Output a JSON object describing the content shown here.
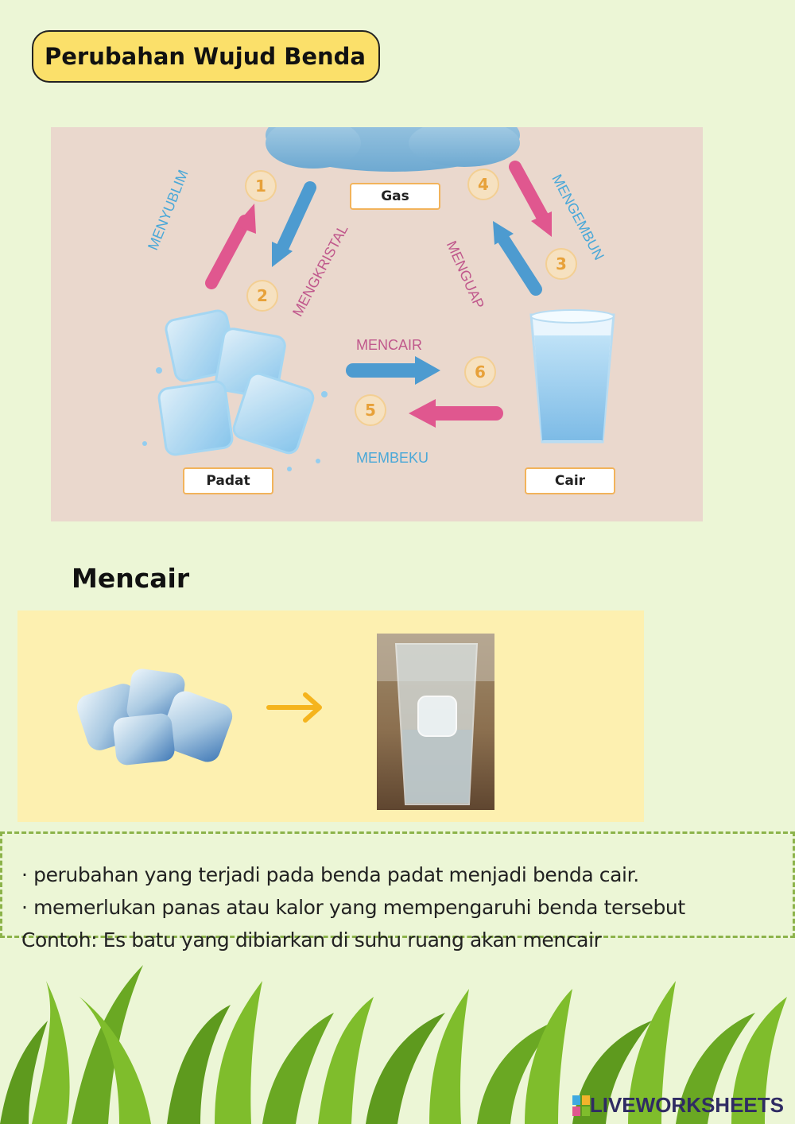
{
  "title": "Perubahan Wujud Benda",
  "diagram": {
    "states": {
      "gas": "Gas",
      "solid": "Padat",
      "liquid": "Cair"
    },
    "processes": {
      "menyublim": "MENYUBLIM",
      "mengkristal": "MENGKRISTAL",
      "menguap": "MENGUAP",
      "mengembun": "MENGEMBUN",
      "mencair": "MENCAIR",
      "membeku": "MEMBEKU"
    },
    "numbers": [
      "1",
      "2",
      "3",
      "4",
      "5",
      "6"
    ],
    "colors": {
      "blue": "#4aa8d8",
      "pink": "#c0588c",
      "number": "#e7a139"
    }
  },
  "section": {
    "heading": "Mencair",
    "from_image": "ice-cubes",
    "to_image": "glass-with-melting-ice",
    "arrow_color": "#f5b41d"
  },
  "description": {
    "line1": "· perubahan yang terjadi pada benda padat menjadi benda cair.",
    "line2": "· memerlukan panas atau kalor yang mempengaruhi  benda tersebut",
    "line3": "Contoh: Es batu yang dibiarkan di suhu ruang akan mencair"
  },
  "watermark": {
    "brand": "LIVEWORKSHEETS"
  }
}
